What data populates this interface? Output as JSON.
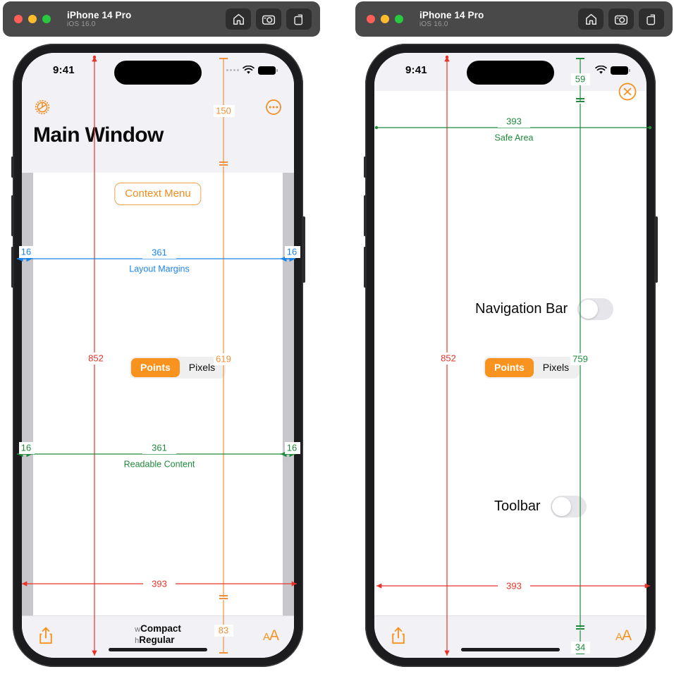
{
  "window": {
    "device_title": "iPhone 14 Pro",
    "os_version": "iOS 16.0",
    "traffic_lights": [
      "close",
      "minimize",
      "zoom"
    ],
    "toolbar_buttons": [
      "home-icon",
      "screenshot-icon",
      "rotate-icon"
    ]
  },
  "colors": {
    "accent_orange": "#f7931e",
    "measure_red": "#e8332a",
    "measure_blue": "#1a84e8",
    "measure_green": "#1f8a3c",
    "measure_orange": "#f0903a",
    "bar_background": "#f2f1f6",
    "gutter_gray": "#c7c7cc"
  },
  "left_phone": {
    "status_bar": {
      "time": "9:41",
      "icons": [
        "cellular-dots-icon",
        "wifi-icon",
        "battery-icon"
      ]
    },
    "nav_bar": {
      "leading_icon": "gear-icon",
      "trailing_icon": "ellipsis-circle-icon",
      "large_title": "Main Window"
    },
    "content": {
      "context_menu_label": "Context Menu",
      "segmented": {
        "options": [
          "Points",
          "Pixels"
        ],
        "selected": "Points"
      }
    },
    "toolbar": {
      "share_icon": "share-icon",
      "size_class_w_key": "w",
      "size_class_w_value": "Compact",
      "size_class_h_key": "h",
      "size_class_h_value": "Regular",
      "text_size_icon": "AA"
    },
    "measurements": {
      "nav_height": "150",
      "layout_margin_left": "16",
      "layout_margin_width": "361",
      "layout_margin_right": "16",
      "layout_margin_label": "Layout Margins",
      "readable_left": "16",
      "readable_width": "361",
      "readable_right": "16",
      "readable_label": "Readable Content",
      "screen_height": "852",
      "content_height": "619",
      "toolbar_height": "83",
      "screen_width": "393"
    }
  },
  "right_phone": {
    "status_bar": {
      "time": "9:41",
      "icons": [
        "wifi-icon",
        "battery-icon"
      ]
    },
    "content": {
      "close_icon": "close-circle-icon",
      "toggle_navigation_bar_label": "Navigation Bar",
      "toggle_navigation_bar_state": "off",
      "toggle_toolbar_label": "Toolbar",
      "toggle_toolbar_state": "off",
      "segmented": {
        "options": [
          "Points",
          "Pixels"
        ],
        "selected": "Points"
      }
    },
    "toolbar": {
      "share_icon": "share-icon",
      "text_size_icon": "AA"
    },
    "measurements": {
      "top_inset": "59",
      "safe_area_width": "393",
      "safe_area_label": "Safe Area",
      "screen_height": "852",
      "safe_area_height": "759",
      "screen_width": "393",
      "bottom_inset": "34"
    }
  }
}
